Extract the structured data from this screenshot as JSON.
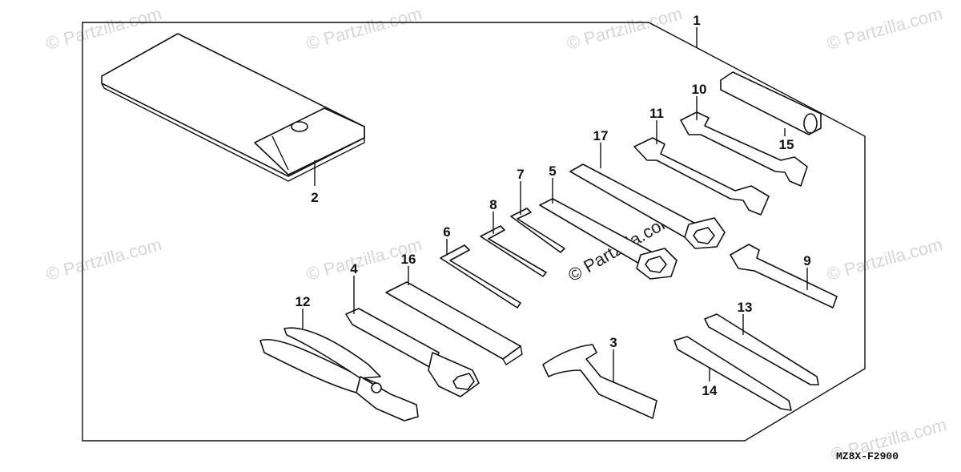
{
  "watermarks": [
    "© Partzilla.com",
    "© Partzilla.com",
    "© Partzilla.com",
    "© Partzilla.com",
    "© Partzilla.com",
    "© Partzilla.com",
    "© Partzilla.com",
    "© Partzilla.com",
    "© Partzilla.com"
  ],
  "callouts": [
    "1",
    "2",
    "3",
    "4",
    "5",
    "6",
    "7",
    "8",
    "9",
    "10",
    "11",
    "12",
    "13",
    "14",
    "15",
    "16",
    "17"
  ],
  "diagram_code": "MZ8X-F2900"
}
